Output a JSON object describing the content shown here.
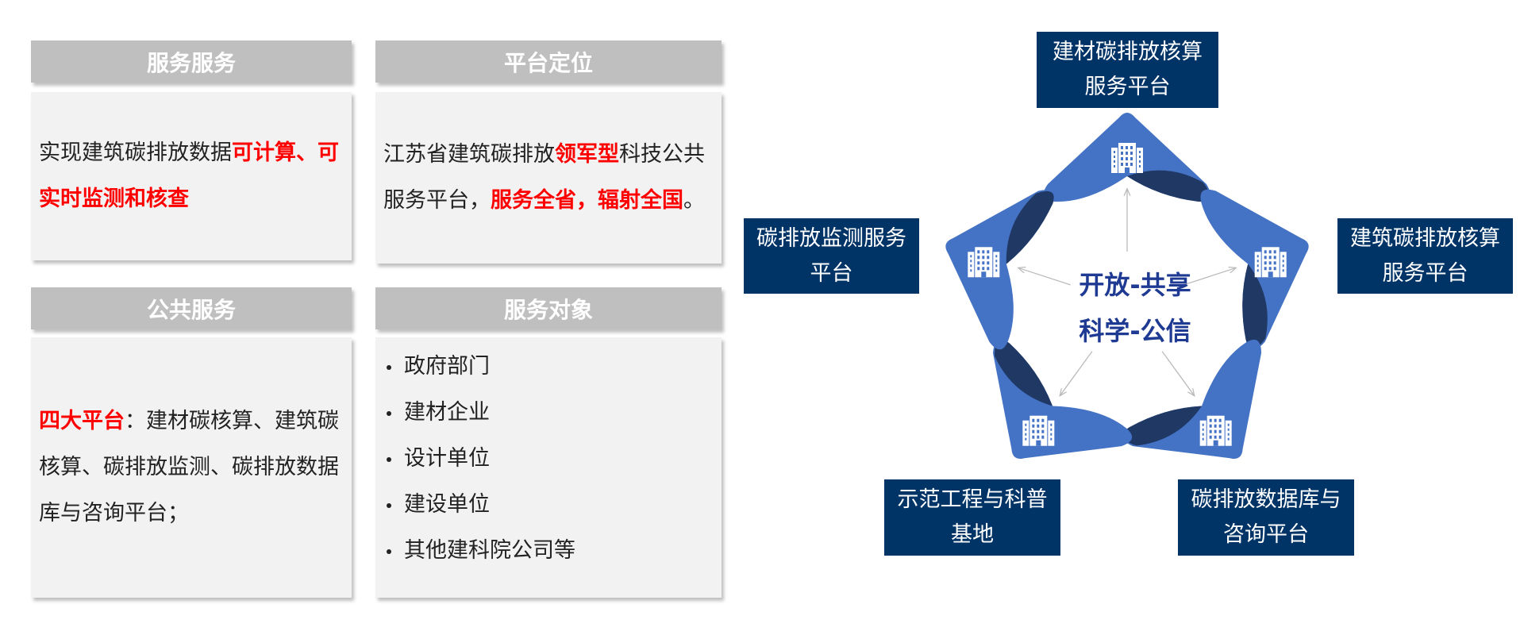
{
  "panels": [
    {
      "title": "服务服务",
      "text_parts": [
        {
          "t": "实现建筑碳排放数据",
          "red": false
        },
        {
          "t": "可计算、可实时监测和核查",
          "red": true
        }
      ]
    },
    {
      "title": "平台定位",
      "text_parts": [
        {
          "t": "江苏省建筑碳排放",
          "red": false
        },
        {
          "t": "领军型",
          "red": true
        },
        {
          "t": "科技公共服务平台，",
          "red": false
        },
        {
          "t": "服务全省，辐射全国",
          "red": true
        },
        {
          "t": "。",
          "red": false
        }
      ]
    },
    {
      "title": "公共服务",
      "text_parts": [
        {
          "t": "四大平台",
          "red": true
        },
        {
          "t": "：建材碳核算、建筑碳核算、碳排放监测、碳排放数据库与咨询平台；",
          "red": false
        }
      ]
    },
    {
      "title": "服务对象",
      "items": [
        "政府部门",
        "建材企业",
        "设计单位",
        "建设单位",
        "其他建科院公司等"
      ]
    }
  ],
  "diagram": {
    "center_line1": "开放-共享",
    "center_line2": "科学-公信",
    "nodes": [
      {
        "label_line1": "建材碳排放核算",
        "label_line2": "服务平台",
        "icon": "building-icon"
      },
      {
        "label_line1": "建筑碳排放核算",
        "label_line2": "服务平台",
        "icon": "building-icon"
      },
      {
        "label_line1": "碳排放数据库与",
        "label_line2": "咨询平台",
        "icon": "building-icon"
      },
      {
        "label_line1": "示范工程与科普",
        "label_line2": "基地",
        "icon": "building-icon"
      },
      {
        "label_line1": "碳排放监测服务",
        "label_line2": "平台",
        "icon": "building-icon"
      }
    ],
    "colors": {
      "petal": "#4472c4",
      "petal_dark": "#203864",
      "label_bg": "#003366",
      "center_text": "#1f3a93",
      "highlight": "#ff0000"
    }
  }
}
